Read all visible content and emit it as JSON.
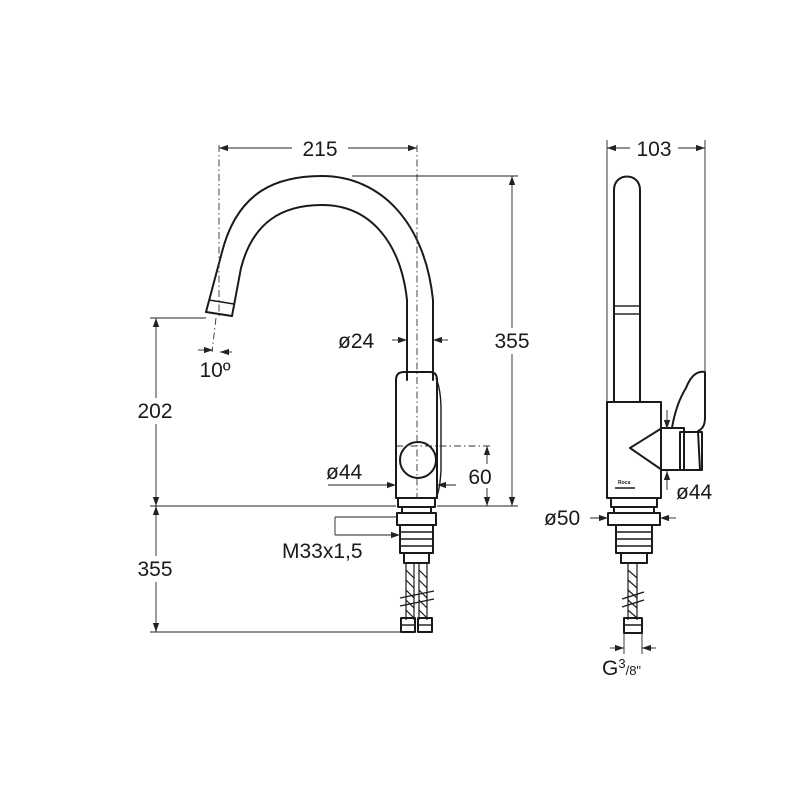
{
  "front_view": {
    "spout_reach": "215",
    "total_height": "355",
    "spout_diameter": "ø24",
    "body_diameter": "ø44",
    "outlet_height": "202",
    "spout_angle": "10º",
    "lever_offset": "60",
    "thread": "M33x1,5",
    "hose_length": "355"
  },
  "side_view": {
    "depth": "103",
    "lever_diameter": "ø44",
    "base_diameter": "ø50",
    "connection_prefix": "G",
    "connection_sup": "3",
    "connection_sub": "/8\""
  },
  "logo_text": "Roca"
}
